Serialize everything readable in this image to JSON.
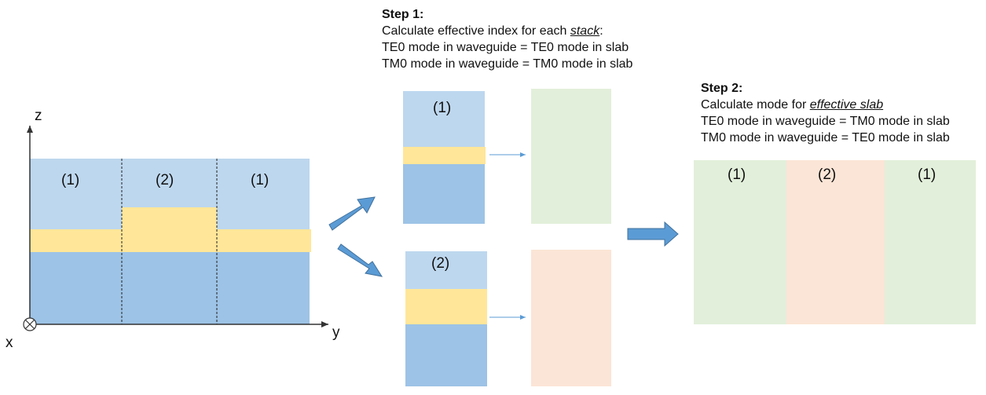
{
  "colors": {
    "cladding_light_blue": "#bdd7ee",
    "substrate_blue": "#9dc3e6",
    "core_yellow": "#ffe699",
    "slab_green": "#e2efda",
    "slab_peach": "#fbe5d6",
    "arrow_blue": "#5b9bd5"
  },
  "axes": {
    "z": "z",
    "y": "y",
    "x": "x"
  },
  "waveguide": {
    "region_left": "(1)",
    "region_center": "(2)",
    "region_right": "(1)"
  },
  "step1": {
    "title": "Step 1:",
    "line1_prefix": "Calculate effective index for each ",
    "line1_emph": "stack",
    "line1_suffix": ":",
    "line2": "TE0 mode in waveguide = TE0 mode in slab",
    "line3": "TM0 mode in waveguide = TM0 mode in slab",
    "stack1_label": "(1)",
    "stack2_label": "(2)"
  },
  "step2": {
    "title": "Step 2:",
    "line1_prefix": "Calculate mode for ",
    "line1_emph": "effective slab",
    "line2": "TE0 mode in waveguide = TM0 mode in slab",
    "line3": "TM0 mode in waveguide = TE0 mode in slab",
    "slab_left": "(1)",
    "slab_center": "(2)",
    "slab_right": "(1)"
  }
}
